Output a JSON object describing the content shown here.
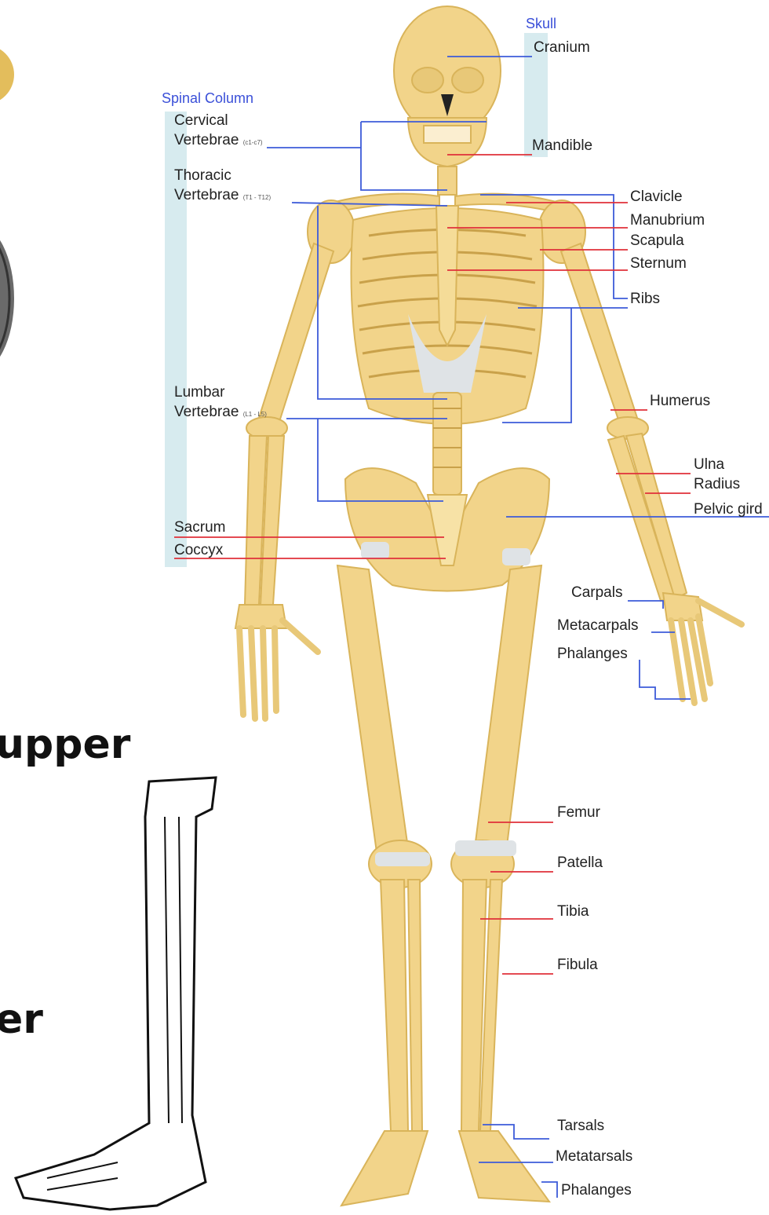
{
  "colors": {
    "bone": "#f2d48a",
    "bone_edge": "#d9b45a",
    "cartilage": "#dfe3e6",
    "blue_line": "#3d5bd9",
    "red_line": "#e0303a",
    "bracket": "#d7ebef",
    "category_text": "#3a4fd8"
  },
  "categories": {
    "skull": "Skull",
    "spinal_column": "Spinal Column"
  },
  "labels": {
    "cranium": "Cranium",
    "mandible": "Mandible",
    "cervical_1": "Cervical",
    "cervical_2": "Vertebrae",
    "cervical_range": "(c1-c7)",
    "thoracic_1": "Thoracic",
    "thoracic_2": "Vertebrae",
    "thoracic_range": "(T1 - T12)",
    "lumbar_1": "Lumbar",
    "lumbar_2": "Vertebrae",
    "lumbar_range": "(L1 - L5)",
    "sacrum": "Sacrum",
    "coccyx": "Coccyx",
    "clavicle": "Clavicle",
    "manubrium": "Manubrium",
    "scapula": "Scapula",
    "sternum": "Sternum",
    "ribs": "Ribs",
    "humerus": "Humerus",
    "ulna": "Ulna",
    "radius": "Radius",
    "pelvic_girdle": "Pelvic gird",
    "carpals": "Carpals",
    "metacarpals": "Metacarpals",
    "phalanges_hand": "Phalanges",
    "femur": "Femur",
    "patella": "Patella",
    "tibia": "Tibia",
    "fibula": "Fibula",
    "tarsals": "Tarsals",
    "metatarsals": "Metatarsals",
    "phalanges_foot": "Phalanges"
  },
  "side_text": {
    "upper": "upper",
    "lower": "er"
  }
}
